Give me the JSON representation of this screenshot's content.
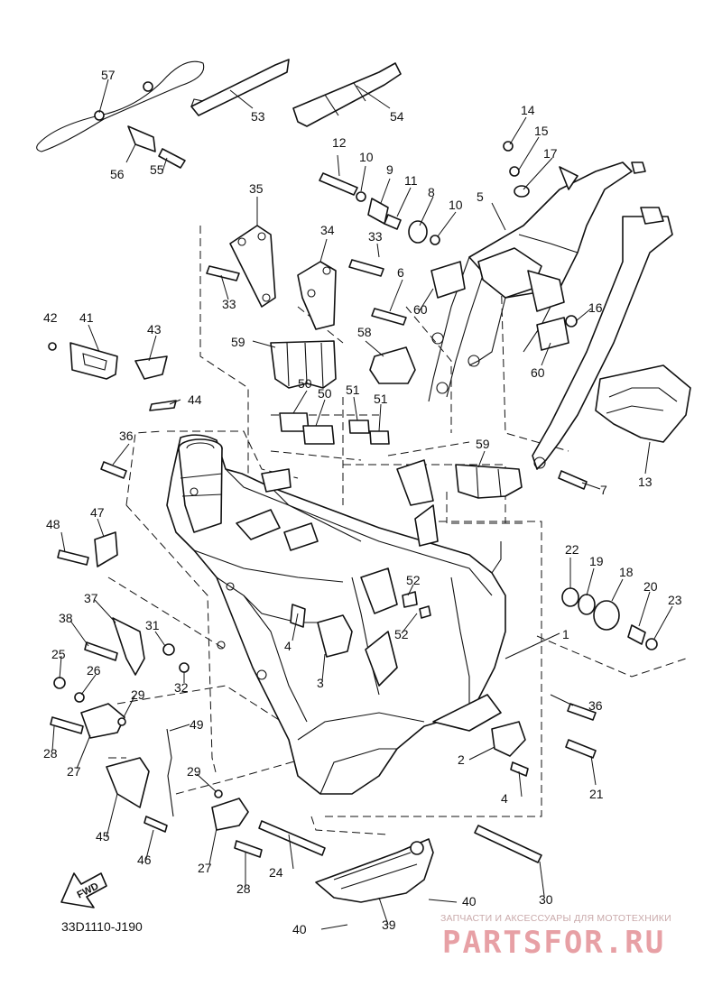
{
  "diagram": {
    "code": "33D1110-J190",
    "fwd_label": "FWD",
    "watermark": {
      "line1": "ЗАПЧАСТИ И АКСЕССУАРЫ ДЛЯ МОТОТЕХНИКИ",
      "line2": "PARTSFOR.RU"
    },
    "callouts": [
      {
        "id": "57",
        "text": "57"
      },
      {
        "id": "53",
        "text": "53"
      },
      {
        "id": "54",
        "text": "54"
      },
      {
        "id": "56",
        "text": "56"
      },
      {
        "id": "55",
        "text": "55"
      },
      {
        "id": "14",
        "text": "14"
      },
      {
        "id": "15",
        "text": "15"
      },
      {
        "id": "17",
        "text": "17"
      },
      {
        "id": "12",
        "text": "12"
      },
      {
        "id": "10a",
        "text": "10"
      },
      {
        "id": "9",
        "text": "9"
      },
      {
        "id": "11",
        "text": "11"
      },
      {
        "id": "8",
        "text": "8"
      },
      {
        "id": "10b",
        "text": "10"
      },
      {
        "id": "5",
        "text": "5"
      },
      {
        "id": "35",
        "text": "35"
      },
      {
        "id": "34",
        "text": "34"
      },
      {
        "id": "33a",
        "text": "33"
      },
      {
        "id": "33b",
        "text": "33"
      },
      {
        "id": "6",
        "text": "6"
      },
      {
        "id": "60a",
        "text": "60"
      },
      {
        "id": "16",
        "text": "16"
      },
      {
        "id": "42",
        "text": "42"
      },
      {
        "id": "41",
        "text": "41"
      },
      {
        "id": "43",
        "text": "43"
      },
      {
        "id": "59a",
        "text": "59"
      },
      {
        "id": "58",
        "text": "58"
      },
      {
        "id": "60b",
        "text": "60"
      },
      {
        "id": "44",
        "text": "44"
      },
      {
        "id": "50a",
        "text": "50"
      },
      {
        "id": "50b",
        "text": "50"
      },
      {
        "id": "51a",
        "text": "51"
      },
      {
        "id": "51b",
        "text": "51"
      },
      {
        "id": "36a",
        "text": "36"
      },
      {
        "id": "59b",
        "text": "59"
      },
      {
        "id": "13",
        "text": "13"
      },
      {
        "id": "7",
        "text": "7"
      },
      {
        "id": "48",
        "text": "48"
      },
      {
        "id": "47",
        "text": "47"
      },
      {
        "id": "22",
        "text": "22"
      },
      {
        "id": "19",
        "text": "19"
      },
      {
        "id": "18",
        "text": "18"
      },
      {
        "id": "20",
        "text": "20"
      },
      {
        "id": "23",
        "text": "23"
      },
      {
        "id": "52a",
        "text": "52"
      },
      {
        "id": "37",
        "text": "37"
      },
      {
        "id": "1",
        "text": "1"
      },
      {
        "id": "38",
        "text": "38"
      },
      {
        "id": "31",
        "text": "31"
      },
      {
        "id": "52b",
        "text": "52"
      },
      {
        "id": "4a",
        "text": "4"
      },
      {
        "id": "25",
        "text": "25"
      },
      {
        "id": "26",
        "text": "26"
      },
      {
        "id": "32",
        "text": "32"
      },
      {
        "id": "3",
        "text": "3"
      },
      {
        "id": "29a",
        "text": "29"
      },
      {
        "id": "36b",
        "text": "36"
      },
      {
        "id": "28a",
        "text": "28"
      },
      {
        "id": "49",
        "text": "49"
      },
      {
        "id": "2",
        "text": "2"
      },
      {
        "id": "21",
        "text": "21"
      },
      {
        "id": "27a",
        "text": "27"
      },
      {
        "id": "4b",
        "text": "4"
      },
      {
        "id": "29b",
        "text": "29"
      },
      {
        "id": "45",
        "text": "45"
      },
      {
        "id": "46",
        "text": "46"
      },
      {
        "id": "27b",
        "text": "27"
      },
      {
        "id": "24",
        "text": "24"
      },
      {
        "id": "28b",
        "text": "28"
      },
      {
        "id": "30",
        "text": "30"
      },
      {
        "id": "40a",
        "text": "40"
      },
      {
        "id": "40b",
        "text": "40"
      },
      {
        "id": "39",
        "text": "39"
      }
    ]
  }
}
